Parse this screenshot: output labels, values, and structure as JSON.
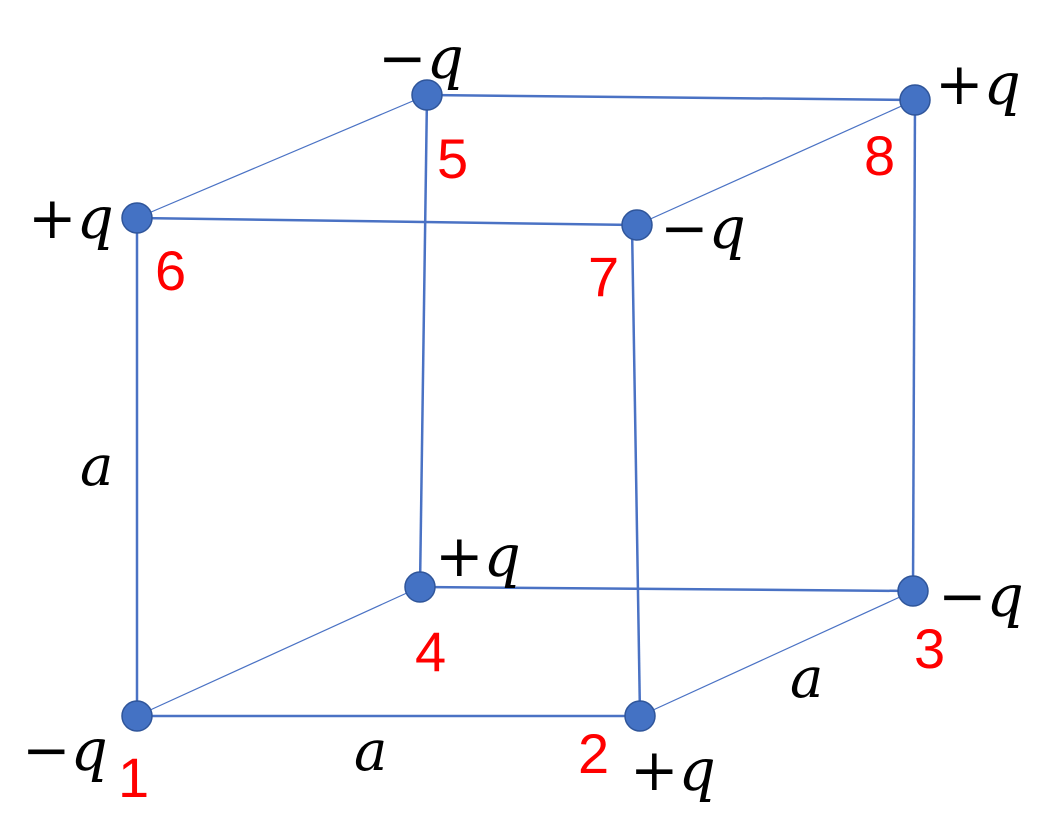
{
  "diagram": {
    "vertices": [
      {
        "id": "1",
        "charge_sign": "−",
        "charge_var": "q"
      },
      {
        "id": "2",
        "charge_sign": "+",
        "charge_var": "q"
      },
      {
        "id": "3",
        "charge_sign": "−",
        "charge_var": "q"
      },
      {
        "id": "4",
        "charge_sign": "+",
        "charge_var": "q"
      },
      {
        "id": "5",
        "charge_sign": "−",
        "charge_var": "q"
      },
      {
        "id": "6",
        "charge_sign": "+",
        "charge_var": "q"
      },
      {
        "id": "7",
        "charge_sign": "−",
        "charge_var": "q"
      },
      {
        "id": "8",
        "charge_sign": "+",
        "charge_var": "q"
      }
    ],
    "edge_labels": {
      "vertical": "a",
      "horizontal": "a",
      "depth": "a"
    },
    "colors": {
      "edge": "#4a72c4",
      "node": "#4472c4",
      "index": "#ff0000",
      "charge": "#000000"
    }
  }
}
